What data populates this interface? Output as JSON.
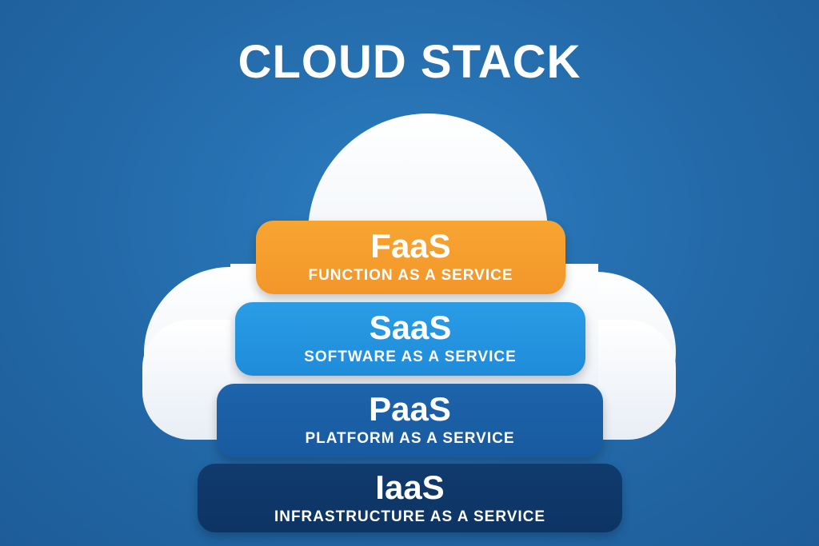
{
  "title": "CLOUD STACK",
  "colors": {
    "faas": "#f59e2d",
    "saas": "#2196e0",
    "paas": "#1a5fa6",
    "iaas": "#0f3868",
    "background": "#2369a8",
    "cloud": "#ffffff"
  },
  "layers": [
    {
      "abbr": "FaaS",
      "full": "FUNCTION AS A SERVICE"
    },
    {
      "abbr": "SaaS",
      "full": "SOFTWARE AS A SERVICE"
    },
    {
      "abbr": "PaaS",
      "full": "PLATFORM AS A SERVICE"
    },
    {
      "abbr": "IaaS",
      "full": "INFRASTRUCTURE AS A SERVICE"
    }
  ]
}
